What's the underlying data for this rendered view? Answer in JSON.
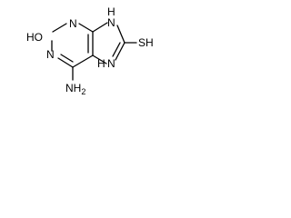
{
  "labels": {
    "oh": "HO",
    "n1": "N",
    "n2": "N",
    "n3": "N",
    "n_h": "H",
    "n4": "N",
    "n_h2": "H",
    "n5": "N",
    "sh": "SH",
    "nh2_n": "NH",
    "nh2_sub": "2"
  }
}
